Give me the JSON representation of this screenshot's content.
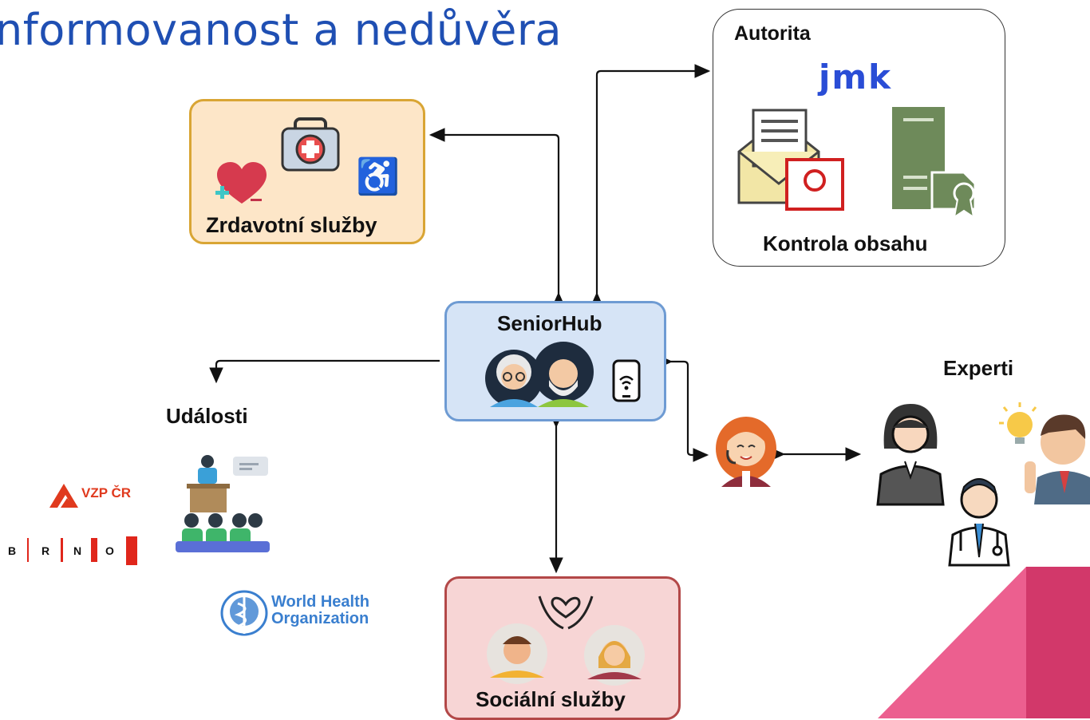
{
  "header": {
    "title": "nformovanost a nedůvěra"
  },
  "nodes": {
    "health": {
      "label": "Zrdavotní služby"
    },
    "seniorhub": {
      "label": "SeniorHub"
    },
    "social": {
      "label": "Sociální služby"
    },
    "authority": {
      "title": "Autorita",
      "brand": "jmk",
      "caption": "Kontrola obsahu"
    },
    "events": {
      "label": "Události"
    },
    "experts": {
      "label": "Experti"
    }
  },
  "logos": {
    "vzp": "VZP ČR",
    "brno": [
      "B",
      "R",
      "N",
      "O"
    ],
    "who": [
      "World Health",
      "Organization"
    ]
  },
  "colors": {
    "title": "#1f4fb3",
    "health_fill": "#fde6c8",
    "hub_fill": "#d6e4f6",
    "social_fill": "#f7d5d5",
    "accent_pink": "#ec5f8f"
  },
  "icons": [
    "first-aid-kit-icon",
    "heart-icon",
    "wheelchair-icon",
    "elderly-couple-icon",
    "smartphone-icon",
    "caregiver-icon",
    "conference-icon",
    "envelope-certificate-icon",
    "server-certificate-icon",
    "operator-icon",
    "expert-woman-icon",
    "expert-man-icon",
    "doctor-icon"
  ]
}
